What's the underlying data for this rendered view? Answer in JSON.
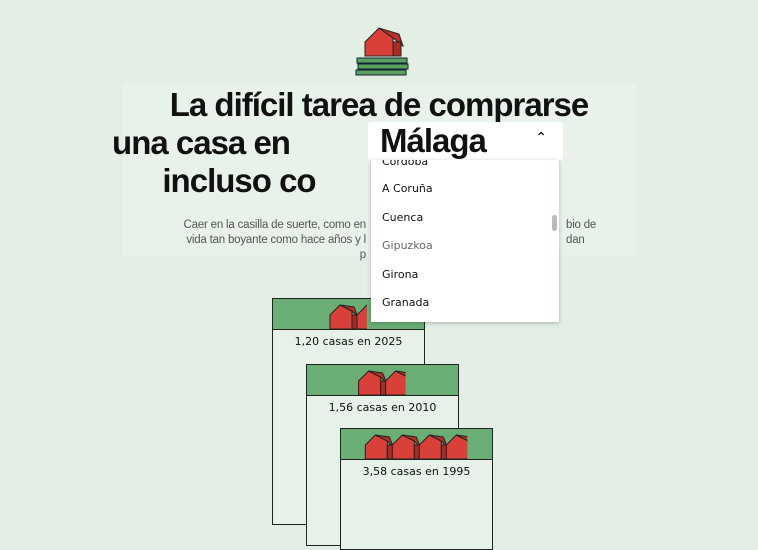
{
  "header": {
    "icon": "house-on-money-icon",
    "title_line1": "La difícil tarea de comprarse",
    "title_line2": "una casa en",
    "title_line3": "incluso co"
  },
  "intro": {
    "l1a": "Caer en la casilla de suerte, como en",
    "l1b": "bio de",
    "l2a": "vida tan boyante como hace años y l",
    "l2b": "dan",
    "l3": "p"
  },
  "province_select": {
    "value": "Málaga",
    "expanded": true,
    "options": [
      "Córdoba",
      "A Coruña",
      "Cuenca",
      "Gipuzkoa",
      "Girona",
      "Granada"
    ]
  },
  "cards": [
    {
      "label": "1,20 casas en 2025",
      "houses": 1.2
    },
    {
      "label": "1,56 casas en 2010",
      "houses": 1.56
    },
    {
      "label": "3,58 casas en 1995",
      "houses": 3.58
    }
  ],
  "colors": {
    "background": "#e3efe5",
    "green": "#6aae75",
    "house": "#d9403a"
  }
}
